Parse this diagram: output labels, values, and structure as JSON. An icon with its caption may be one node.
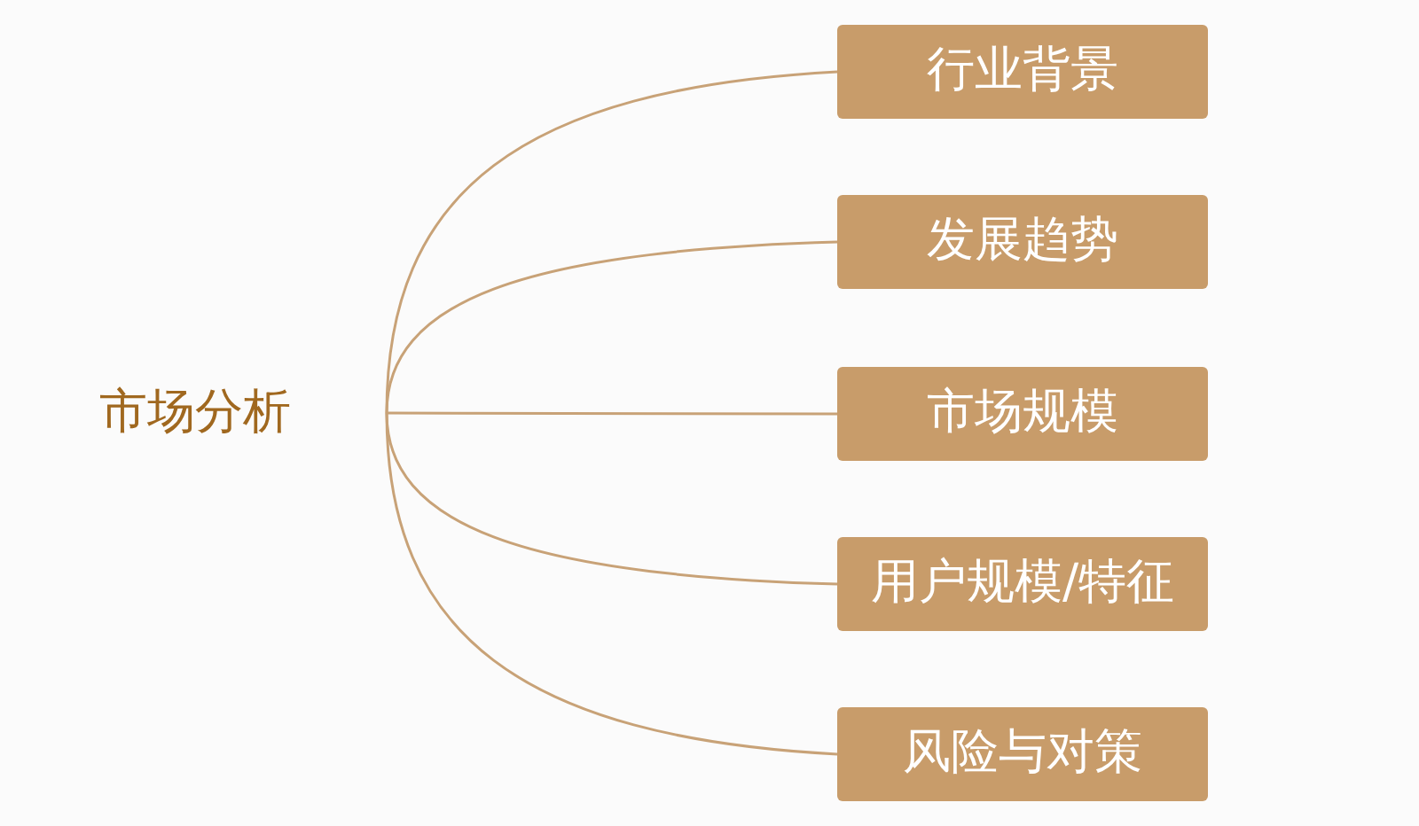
{
  "diagram": {
    "nodes": [
      {
        "text": [
          "市场分析"
        ]
      },
      {
        "text": [
          "行业背景"
        ]
      },
      {
        "text": [
          "发展趋势"
        ]
      },
      {
        "text": [
          "市场规模"
        ]
      },
      {
        "text": [
          "用户规模/特征"
        ]
      },
      {
        "text": [
          "风险与对策"
        ]
      }
    ],
    "edges": [
      {
        "from": 0,
        "to": 1,
        "arrow": "none"
      },
      {
        "from": 0,
        "to": 2,
        "arrow": "none"
      },
      {
        "from": 0,
        "to": 3,
        "arrow": "none"
      },
      {
        "from": 0,
        "to": 4,
        "arrow": "none"
      },
      {
        "from": 0,
        "to": 5,
        "arrow": "none"
      }
    ]
  }
}
